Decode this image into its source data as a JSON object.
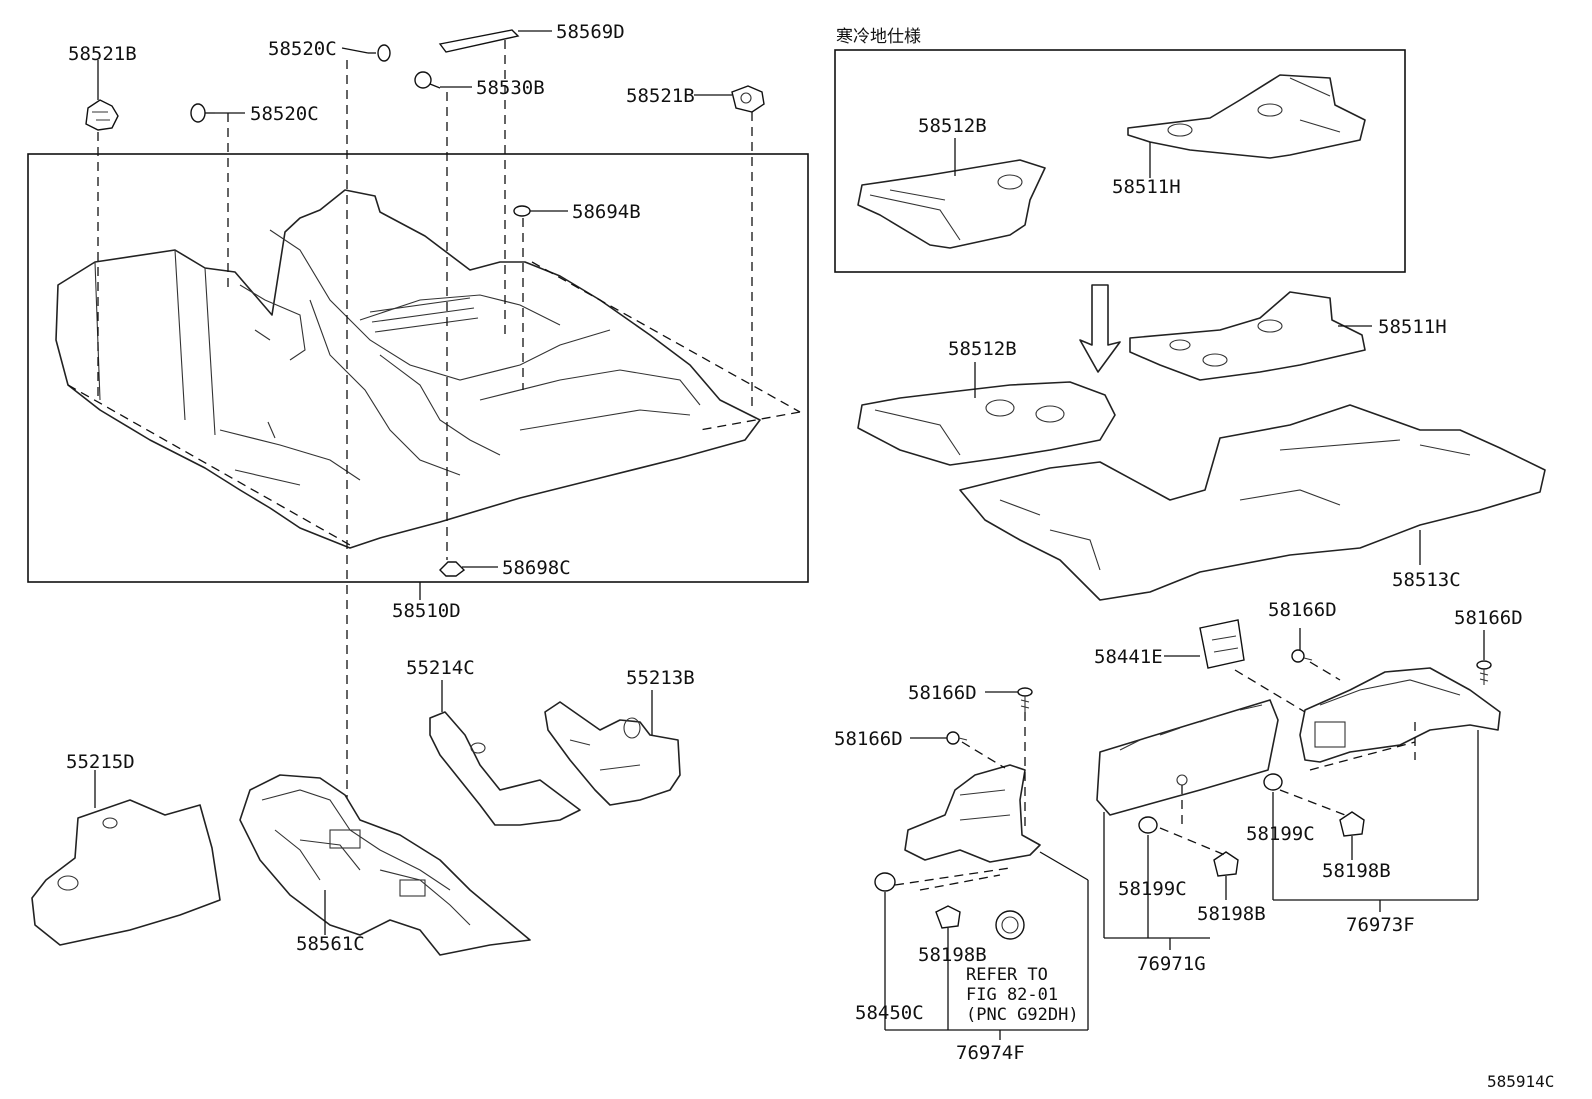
{
  "diagram": {
    "variant_box_title": "寒冷地仕様",
    "figure_id": "585914C",
    "callouts": {
      "p58521B_left": "58521B",
      "p58520C_top": "58520C",
      "p58520C_left": "58520C",
      "p58569D": "58569D",
      "p58530B": "58530B",
      "p58521B_right": "58521B",
      "p58694B": "58694B",
      "p58698C": "58698C",
      "p58510D": "58510D",
      "p58512B_box": "58512B",
      "p58511H_box": "58511H",
      "p58512B_main": "58512B",
      "p58511H_main": "58511H",
      "p58513C": "58513C",
      "p55214C": "55214C",
      "p55213B": "55213B",
      "p55215D": "55215D",
      "p58561C": "58561C",
      "p58441E": "58441E",
      "p58166D_a": "58166D",
      "p58166D_b": "58166D",
      "p58166D_c": "58166D",
      "p58166D_d": "58166D",
      "p58199C_a": "58199C",
      "p58199C_b": "58199C",
      "p58198B_a": "58198B",
      "p58198B_b": "58198B",
      "p58198B_c": "58198B",
      "p58450C": "58450C",
      "p76974F": "76974F",
      "p76971G": "76971G",
      "p76973F": "76973F"
    },
    "refer_note": {
      "line1": "REFER TO",
      "line2": "FIG 82-01",
      "line3": "(PNC G92DH)"
    }
  }
}
